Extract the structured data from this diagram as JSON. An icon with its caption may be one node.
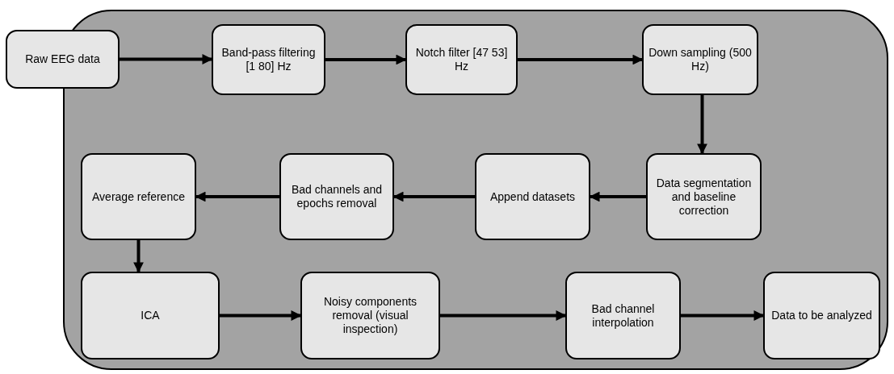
{
  "diagram": {
    "nodes": [
      {
        "text": [
          "Raw EEG data"
        ]
      },
      {
        "text": [
          "Band-pass filtering [1 80] Hz"
        ]
      },
      {
        "text": [
          "Notch filter [47 53] Hz"
        ]
      },
      {
        "text": [
          "Down sampling (500 Hz)"
        ]
      },
      {
        "text": [
          "Data segmentation and baseline correction"
        ]
      },
      {
        "text": [
          "Append datasets"
        ]
      },
      {
        "text": [
          "Bad channels and epochs removal"
        ]
      },
      {
        "text": [
          "Average reference"
        ]
      },
      {
        "text": [
          "ICA"
        ]
      },
      {
        "text": [
          "Noisy components removal (visual inspection)"
        ]
      },
      {
        "text": [
          "Bad channel interpolation"
        ]
      },
      {
        "text": [
          "Data to be analyzed"
        ]
      }
    ],
    "edges": [
      {
        "from": 0,
        "to": 1,
        "arrow": "to"
      },
      {
        "from": 1,
        "to": 2,
        "arrow": "to"
      },
      {
        "from": 2,
        "to": 3,
        "arrow": "to"
      },
      {
        "from": 3,
        "to": 4,
        "arrow": "to"
      },
      {
        "from": 4,
        "to": 5,
        "arrow": "to"
      },
      {
        "from": 5,
        "to": 6,
        "arrow": "to"
      },
      {
        "from": 6,
        "to": 7,
        "arrow": "to"
      },
      {
        "from": 7,
        "to": 8,
        "arrow": "to"
      },
      {
        "from": 8,
        "to": 9,
        "arrow": "to"
      },
      {
        "from": 9,
        "to": 10,
        "arrow": "to"
      },
      {
        "from": 10,
        "to": 11,
        "arrow": "to"
      }
    ]
  }
}
